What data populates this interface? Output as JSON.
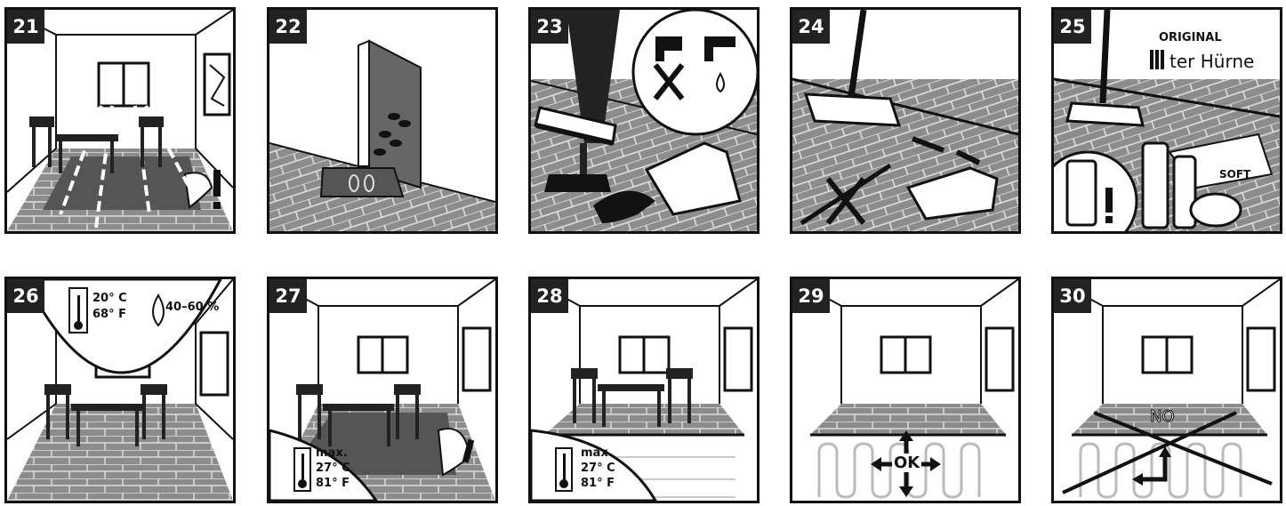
{
  "panels": [
    {
      "number": "21"
    },
    {
      "number": "22"
    },
    {
      "number": "23"
    },
    {
      "number": "24"
    },
    {
      "number": "25",
      "original_label": "ORIGINAL",
      "brand_label": "ter Hürne",
      "soft_label": "SOFT"
    },
    {
      "number": "26",
      "temp_c": "20° C",
      "temp_f": "68° F",
      "humidity": "40–60 %"
    },
    {
      "number": "27",
      "max_label": "max.",
      "max_c": "27° C",
      "max_f": "81° F"
    },
    {
      "number": "28",
      "max_label": "max.",
      "max_c": "27° C",
      "max_f": "81° F"
    },
    {
      "number": "29",
      "ok_label": "OK"
    },
    {
      "number": "30",
      "no_label": "NO"
    }
  ],
  "colors": {
    "ink": "#111111",
    "floor": "#8a8a8a",
    "rug": "#555555",
    "paper": "#ffffff"
  }
}
